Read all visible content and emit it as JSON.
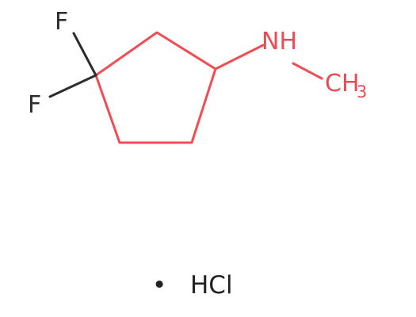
{
  "molecule": {
    "atoms": {
      "fluorine_top": "F",
      "fluorine_left": "F",
      "amine": "NH",
      "methyl_main": "CH",
      "methyl_subscript": "3"
    },
    "salt": {
      "separator": "•",
      "formula": "HCl"
    }
  },
  "colors": {
    "bond": "#f04d55",
    "fluorine_bond": "#2d2d2d",
    "atom_text": "#e94b57",
    "fluorine_text": "#2d2d2d",
    "salt_text": "#222222"
  }
}
